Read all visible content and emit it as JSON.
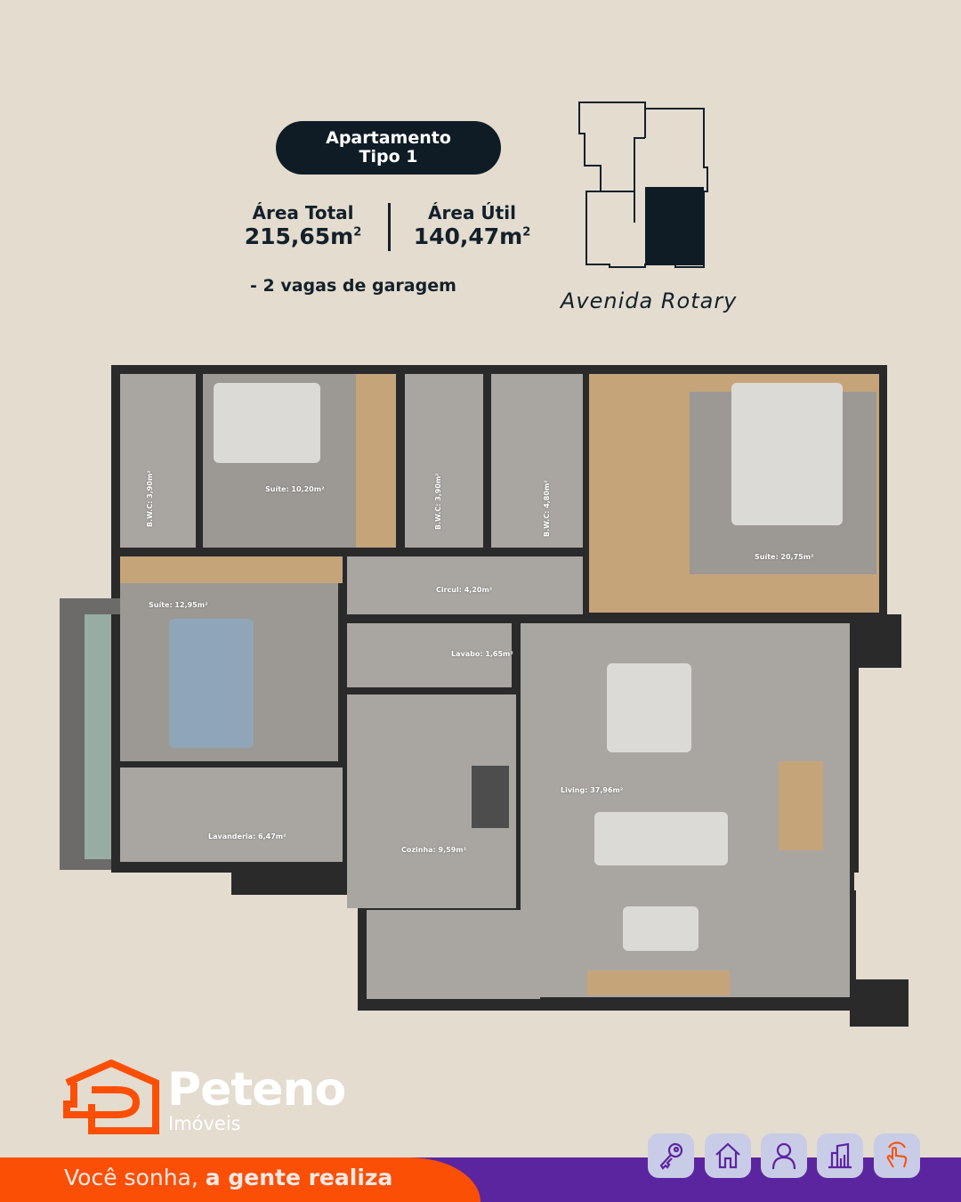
{
  "header": {
    "title_line1": "Apartamento",
    "title_line2": "Tipo 1",
    "area_total_label": "Área Total",
    "area_total_value": "215,65m",
    "area_util_label": "Área Útil",
    "area_util_value": "140,47m",
    "unit_superscript": "2",
    "garage": "- 2 vagas de garagem"
  },
  "location_map": {
    "street": "Avenida Rotary"
  },
  "floorplan": {
    "rooms": {
      "bwc1": "B.W.C: 3,90m²",
      "suite1": "Suíte: 10,20m²",
      "bwc2": "B.W.C: 3,90m²",
      "bwc3": "B.W.C: 4,80m²",
      "suite_master": "Suíte: 20,75m²",
      "circul": "Circul: 4,20m²",
      "suite2": "Suíte: 12,95m²",
      "lavabo": "Lavabo: 1,65m²",
      "living": "Living: 37,96m²",
      "lavanderia": "Lavanderia: 6,47m²",
      "cozinha": "Cozinha: 9,59m²"
    }
  },
  "brand": {
    "name": "Peteno",
    "subtitle": "Imóveis",
    "slogan_regular": "Você sonha,",
    "slogan_bold": "a gente realiza",
    "orange": "#fb4f06",
    "purple": "#5c25a0"
  },
  "icons": [
    "key-icon",
    "house-icon",
    "person-icon",
    "building-icon",
    "hand-touch-icon"
  ]
}
